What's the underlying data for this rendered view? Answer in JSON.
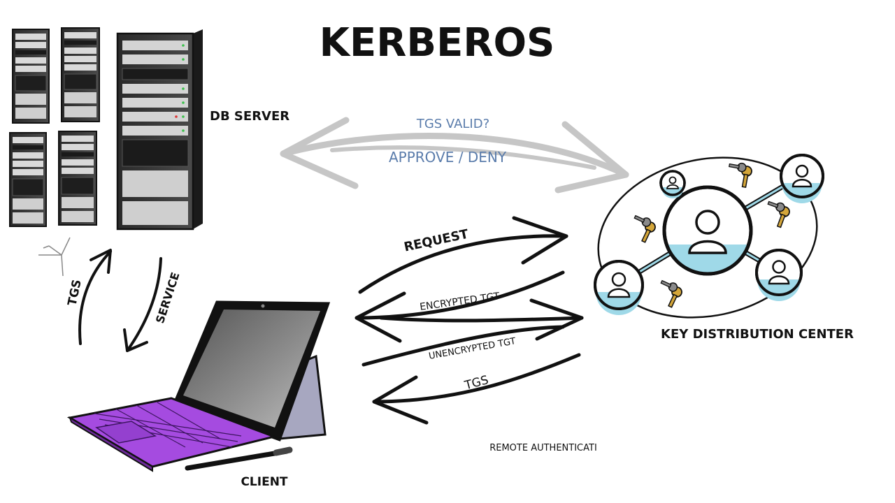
{
  "title": "KERBEROS",
  "labels": {
    "db_server": "DB SERVER",
    "client": "CLIENT",
    "kdc": "KEY DISTRIBUTION CENTER",
    "tgs_valid": "TGS VALID?",
    "approve_deny": "APPROVE / DENY",
    "request": "REQUEST",
    "encrypted_tgt": "ENCRYPTED TGT",
    "unencrypted_tgt": "UNENCRYPTED TGT",
    "tgs_kdc": "TGS",
    "tgs_server": "TGS",
    "service": "SERVICE",
    "caption": "REMOTE AUTHENTICATI"
  },
  "colors": {
    "ink": "#111111",
    "grey_arrow": "#c4c4c4",
    "blue_text": "#5a7cab",
    "laptop_purple": "#a54be0",
    "node_cyan": "#9fd9e8",
    "key_gold": "#d4a63a",
    "key_grey": "#8a8a8a",
    "led_green": "#39c24a"
  },
  "icons": [
    "server-rack-icon",
    "laptop-icon",
    "stylus-icon",
    "user-node-icon",
    "key-icon"
  ]
}
